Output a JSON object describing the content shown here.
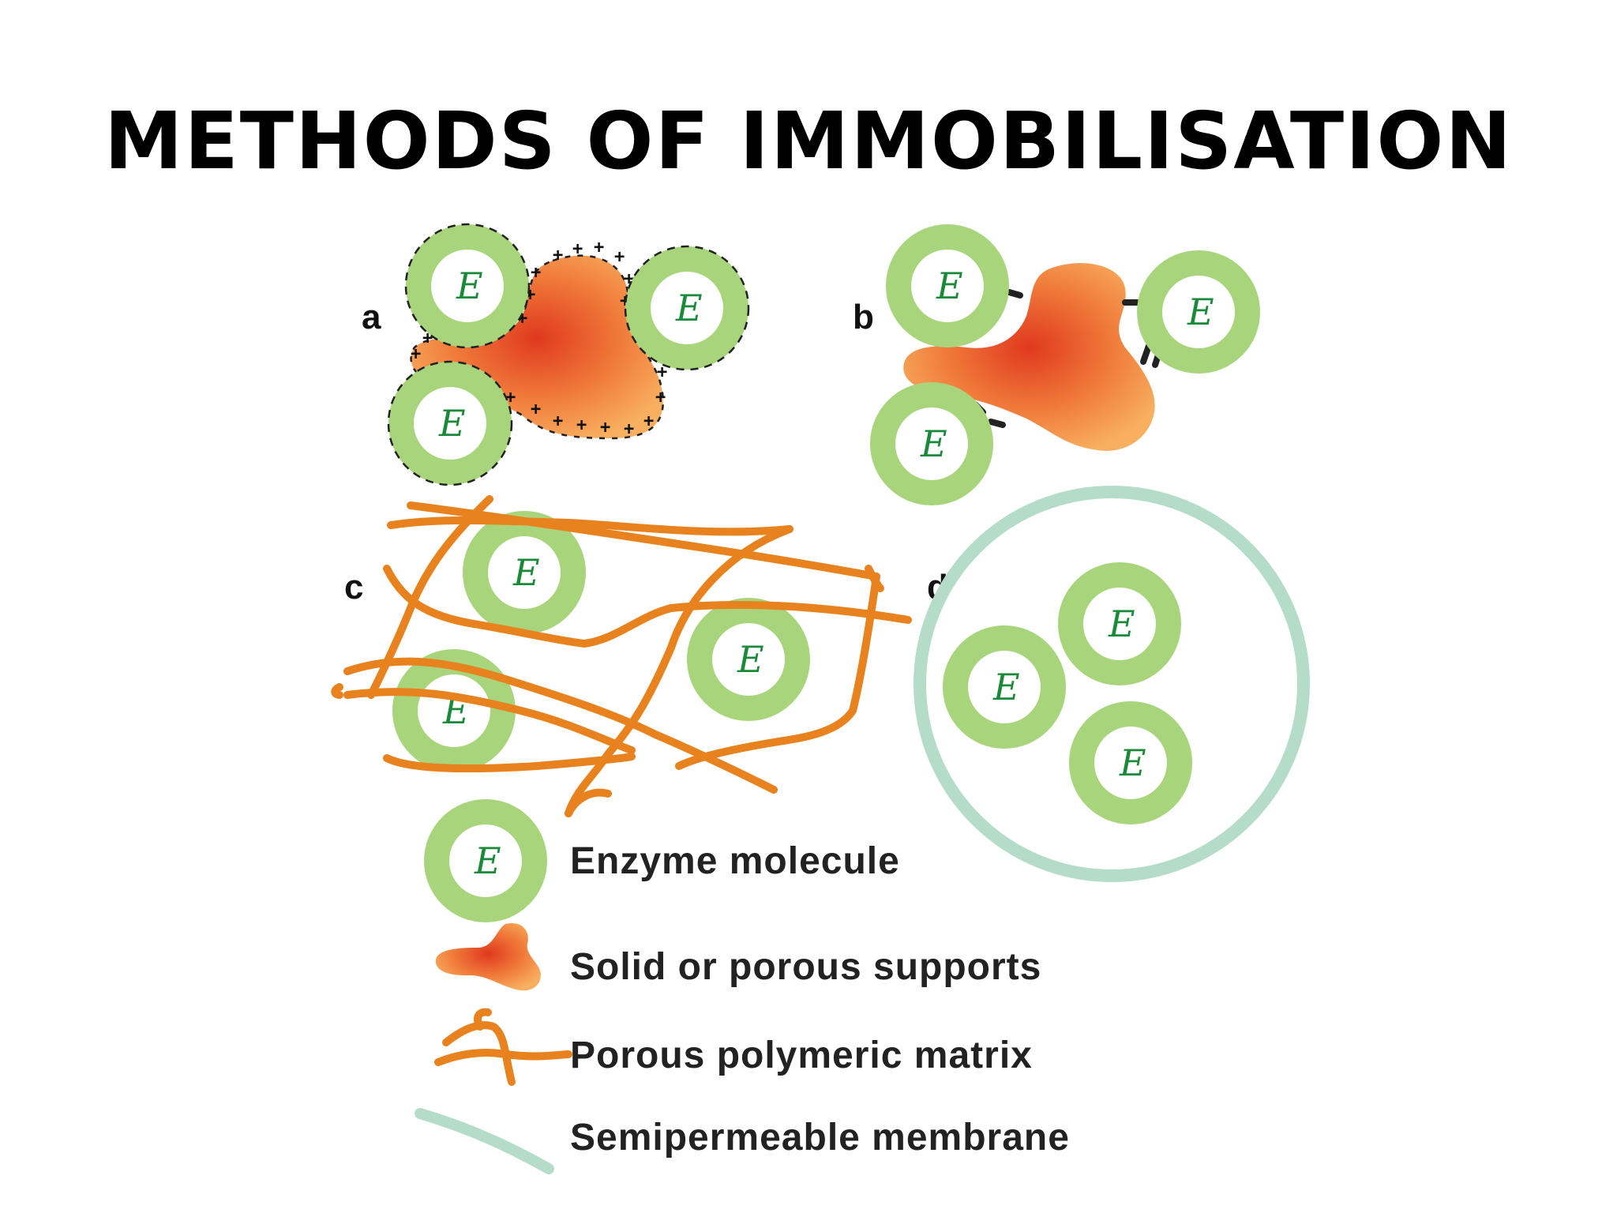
{
  "title": "METHODS OF IMMOBILISATION",
  "panels": {
    "a": "a",
    "b": "b",
    "c": "c",
    "d": "d"
  },
  "enzyme_letter": "E",
  "legend": [
    {
      "label": "Enzyme molecule",
      "icon": "enzyme-icon"
    },
    {
      "label": "Solid or porous supports",
      "icon": "support-icon"
    },
    {
      "label": "Porous polymeric matrix",
      "icon": "matrix-icon"
    },
    {
      "label": "Semipermeable membrane",
      "icon": "membrane-icon"
    }
  ],
  "colors": {
    "enzyme_fill": "#a8d57c",
    "enzyme_core": "#ffffff",
    "support_center": "#e0391e",
    "support_edge": "#f5a85a",
    "matrix": "#e8821e",
    "membrane": "#b4dcc8"
  }
}
